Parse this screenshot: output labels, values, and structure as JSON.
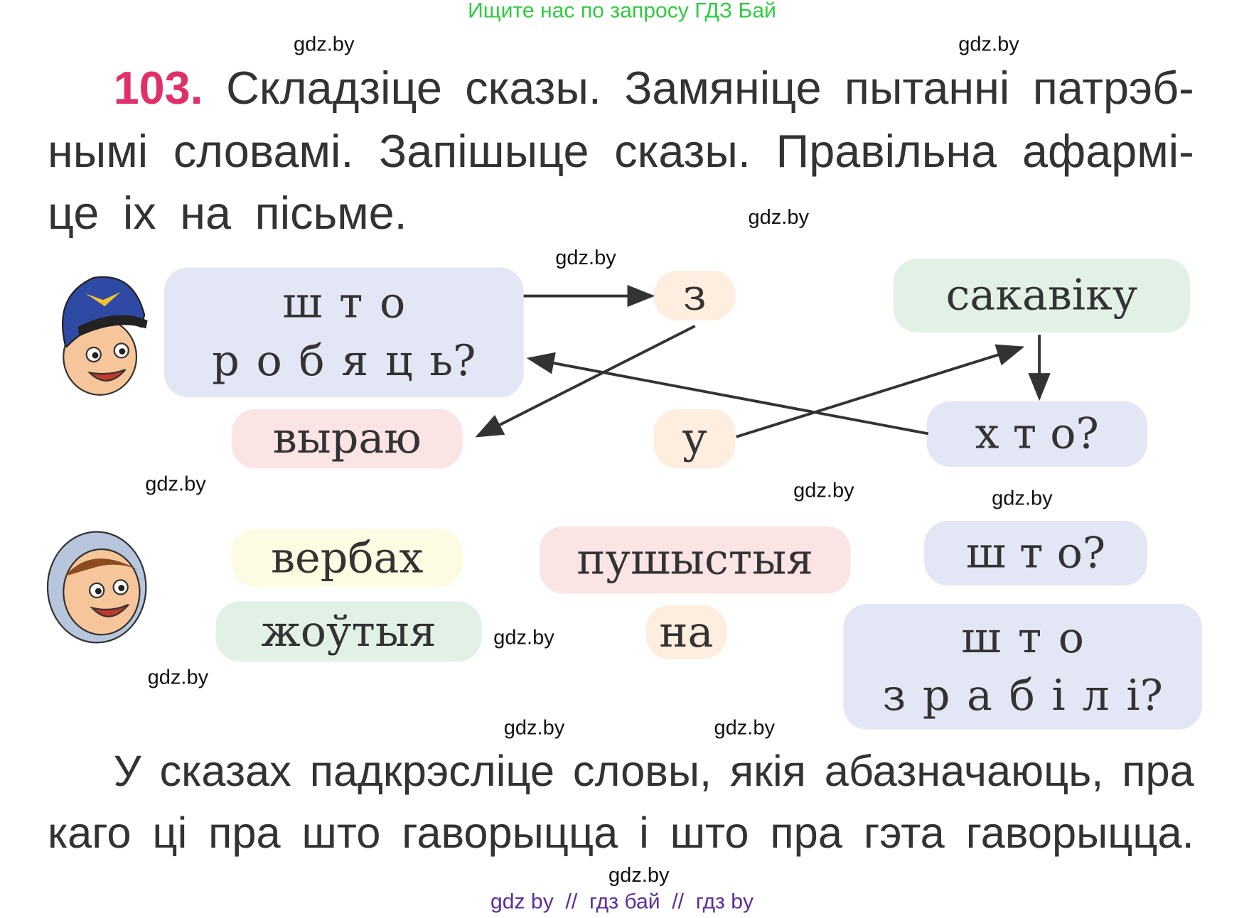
{
  "header_banner": "Ищите нас по запросу ГДЗ Бай",
  "watermark": "gdz.by",
  "task": {
    "number": "103.",
    "lines": [
      "Складзіце сказы. Замяніце пытанні патрэб-",
      "нымі словамі. Запішыце сказы. Правільна афармі-",
      "це іх на пісьме."
    ]
  },
  "group1": {
    "question_box": [
      "ш т о",
      "р о б я ц ь?"
    ],
    "z": "з",
    "sakaviku": "сакавіку",
    "vyrayu": "выраю",
    "u": "у",
    "who": "х т о?"
  },
  "group2": {
    "verbakh": "вербах",
    "pushystyya": "пушыстыя",
    "what": "ш т о?",
    "zhoutyya": "жоўтыя",
    "na": "на",
    "what_did": [
      "ш т о",
      "з р а б і л і?"
    ]
  },
  "bottom": {
    "lines": [
      "У сказах падкрэсліце словы, якія абазначаюць, пра",
      "каго ці пра што гаворыцца і што пра гэта гаворыцца."
    ]
  },
  "footer": "gdz by  //  гдз бай  //  гдз by",
  "colors": {
    "accent": "#e0306a",
    "banner": "#2ecc40",
    "footer": "#5b2d9b"
  }
}
